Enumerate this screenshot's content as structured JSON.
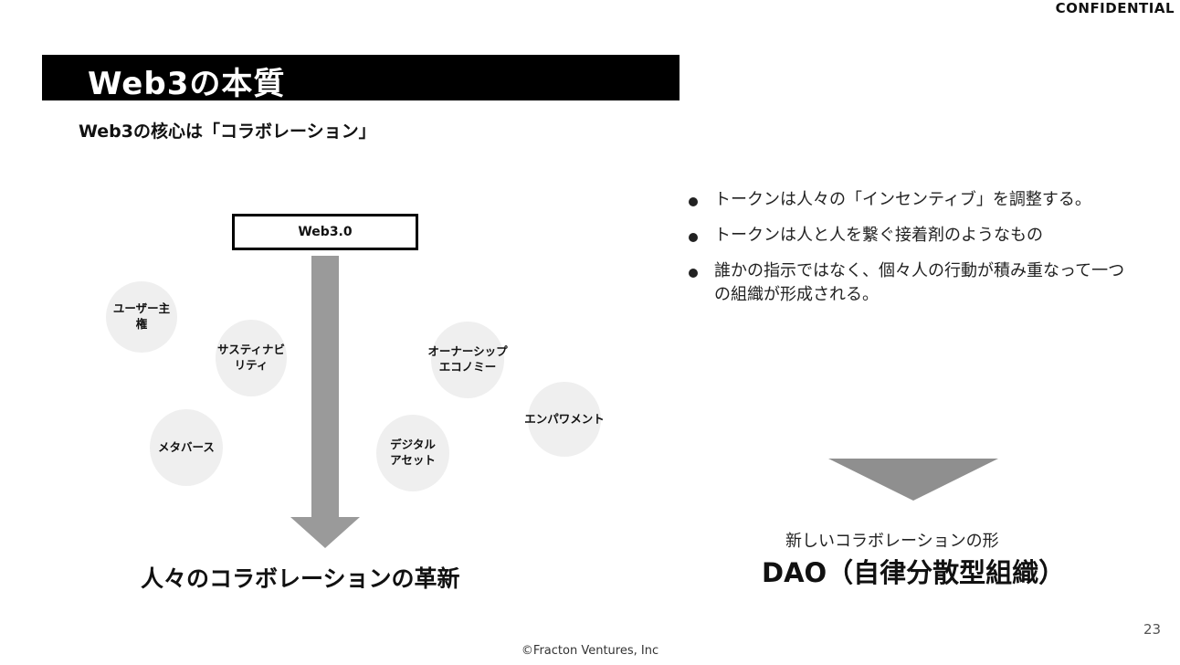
{
  "header": {
    "confidential": "CONFIDENTIAL"
  },
  "slide": {
    "title": "Web3の本質",
    "subtitle": "Web3の核心は「コラボレーション」"
  },
  "diagram": {
    "top_box": "Web3.0",
    "bubbles": {
      "user_sovereignty": {
        "line1": "ユーザー主",
        "line2": "権"
      },
      "sustainability": {
        "line1": "サスティナビ",
        "line2": "リティ"
      },
      "ownership_economy": {
        "line1": "オーナーシップ",
        "line2": "エコノミー"
      },
      "empowerment": {
        "line1": "エンパワメント"
      },
      "metaverse": {
        "line1": "メタバース"
      },
      "digital_asset": {
        "line1": "デジタル",
        "line2": "アセット"
      }
    },
    "result": "人々のコラボレーションの革新"
  },
  "bullets": [
    "トークンは人々の「インセンティブ」を調整する。",
    "トークンは人と人を繋ぐ接着剤のようなもの",
    "誰かの指示ではなく、個々人の行動が積み重なって一つの組織が形成される。"
  ],
  "conclusion": {
    "caption": "新しいコラボレーションの形",
    "title": "DAO（自律分散型組織）"
  },
  "page_number": "23",
  "footer": "©Fracton Ventures, Inc"
}
